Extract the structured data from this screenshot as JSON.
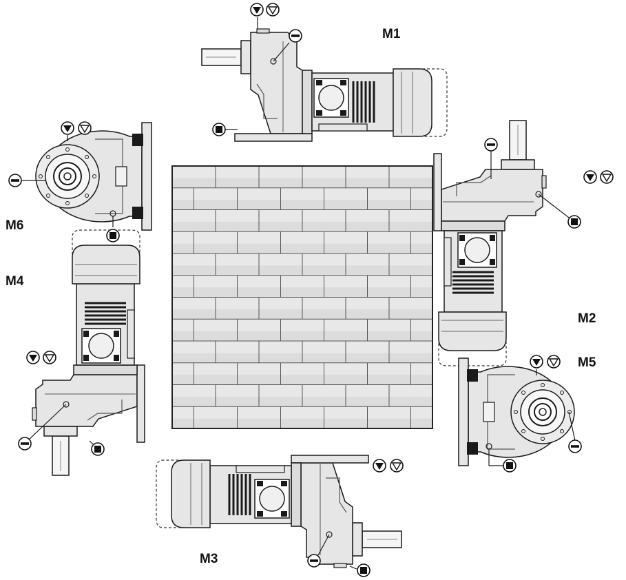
{
  "positions": {
    "m1": "M1",
    "m2": "M2",
    "m3": "M3",
    "m4": "M4",
    "m5": "M5",
    "m6": "M6"
  },
  "symbols": {
    "fill_plug": "filled-down-triangle-icon",
    "vent_plug": "outline-down-triangle-icon",
    "level_plug": "circle-bar-icon",
    "drain_plug": "filled-square-icon"
  },
  "colors": {
    "body_fill": "#e6e6e6",
    "outline": "#1a1a1a",
    "wall_fill": "#e8e8e8",
    "wall_mortar": "#555555"
  }
}
